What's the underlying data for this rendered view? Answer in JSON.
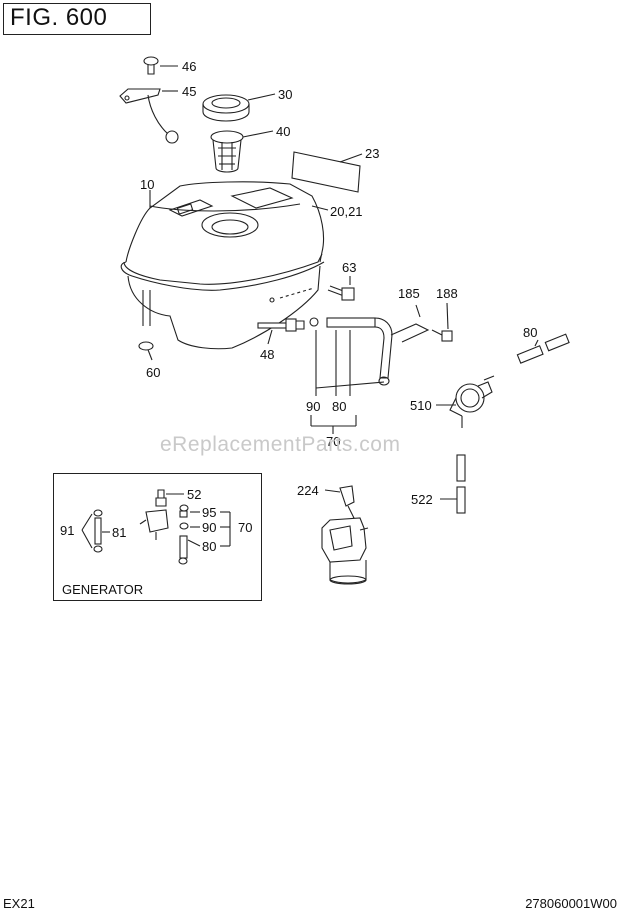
{
  "figure": {
    "title": "FIG. 600"
  },
  "watermark": "eReplacementParts.com",
  "footer": {
    "model": "EX21",
    "code": "278060001W00"
  },
  "generator": {
    "title": "GENERATOR",
    "labels": {
      "p52": "52",
      "p95": "95",
      "p90": "90",
      "p70": "70",
      "p91": "91",
      "p81": "81",
      "p80": "80"
    }
  },
  "labels": {
    "p46": "46",
    "p45": "45",
    "p30": "30",
    "p40": "40",
    "p23": "23",
    "p10": "10",
    "p20_21": "20,21",
    "p63": "63",
    "p185": "185",
    "p188": "188",
    "p80a": "80",
    "p48": "48",
    "p60": "60",
    "p510": "510",
    "p90": "90",
    "p80b": "80",
    "p70": "70",
    "p224": "224",
    "p522": "522"
  },
  "icons": [
    "bolt-icon",
    "bracket-icon",
    "fuel-cap-icon",
    "strainer-icon",
    "label-plate-icon",
    "fuel-tank-icon",
    "fuel-cock-icon",
    "hose-icon",
    "clamp-icon",
    "fuel-pump-icon",
    "carburetor-icon"
  ]
}
